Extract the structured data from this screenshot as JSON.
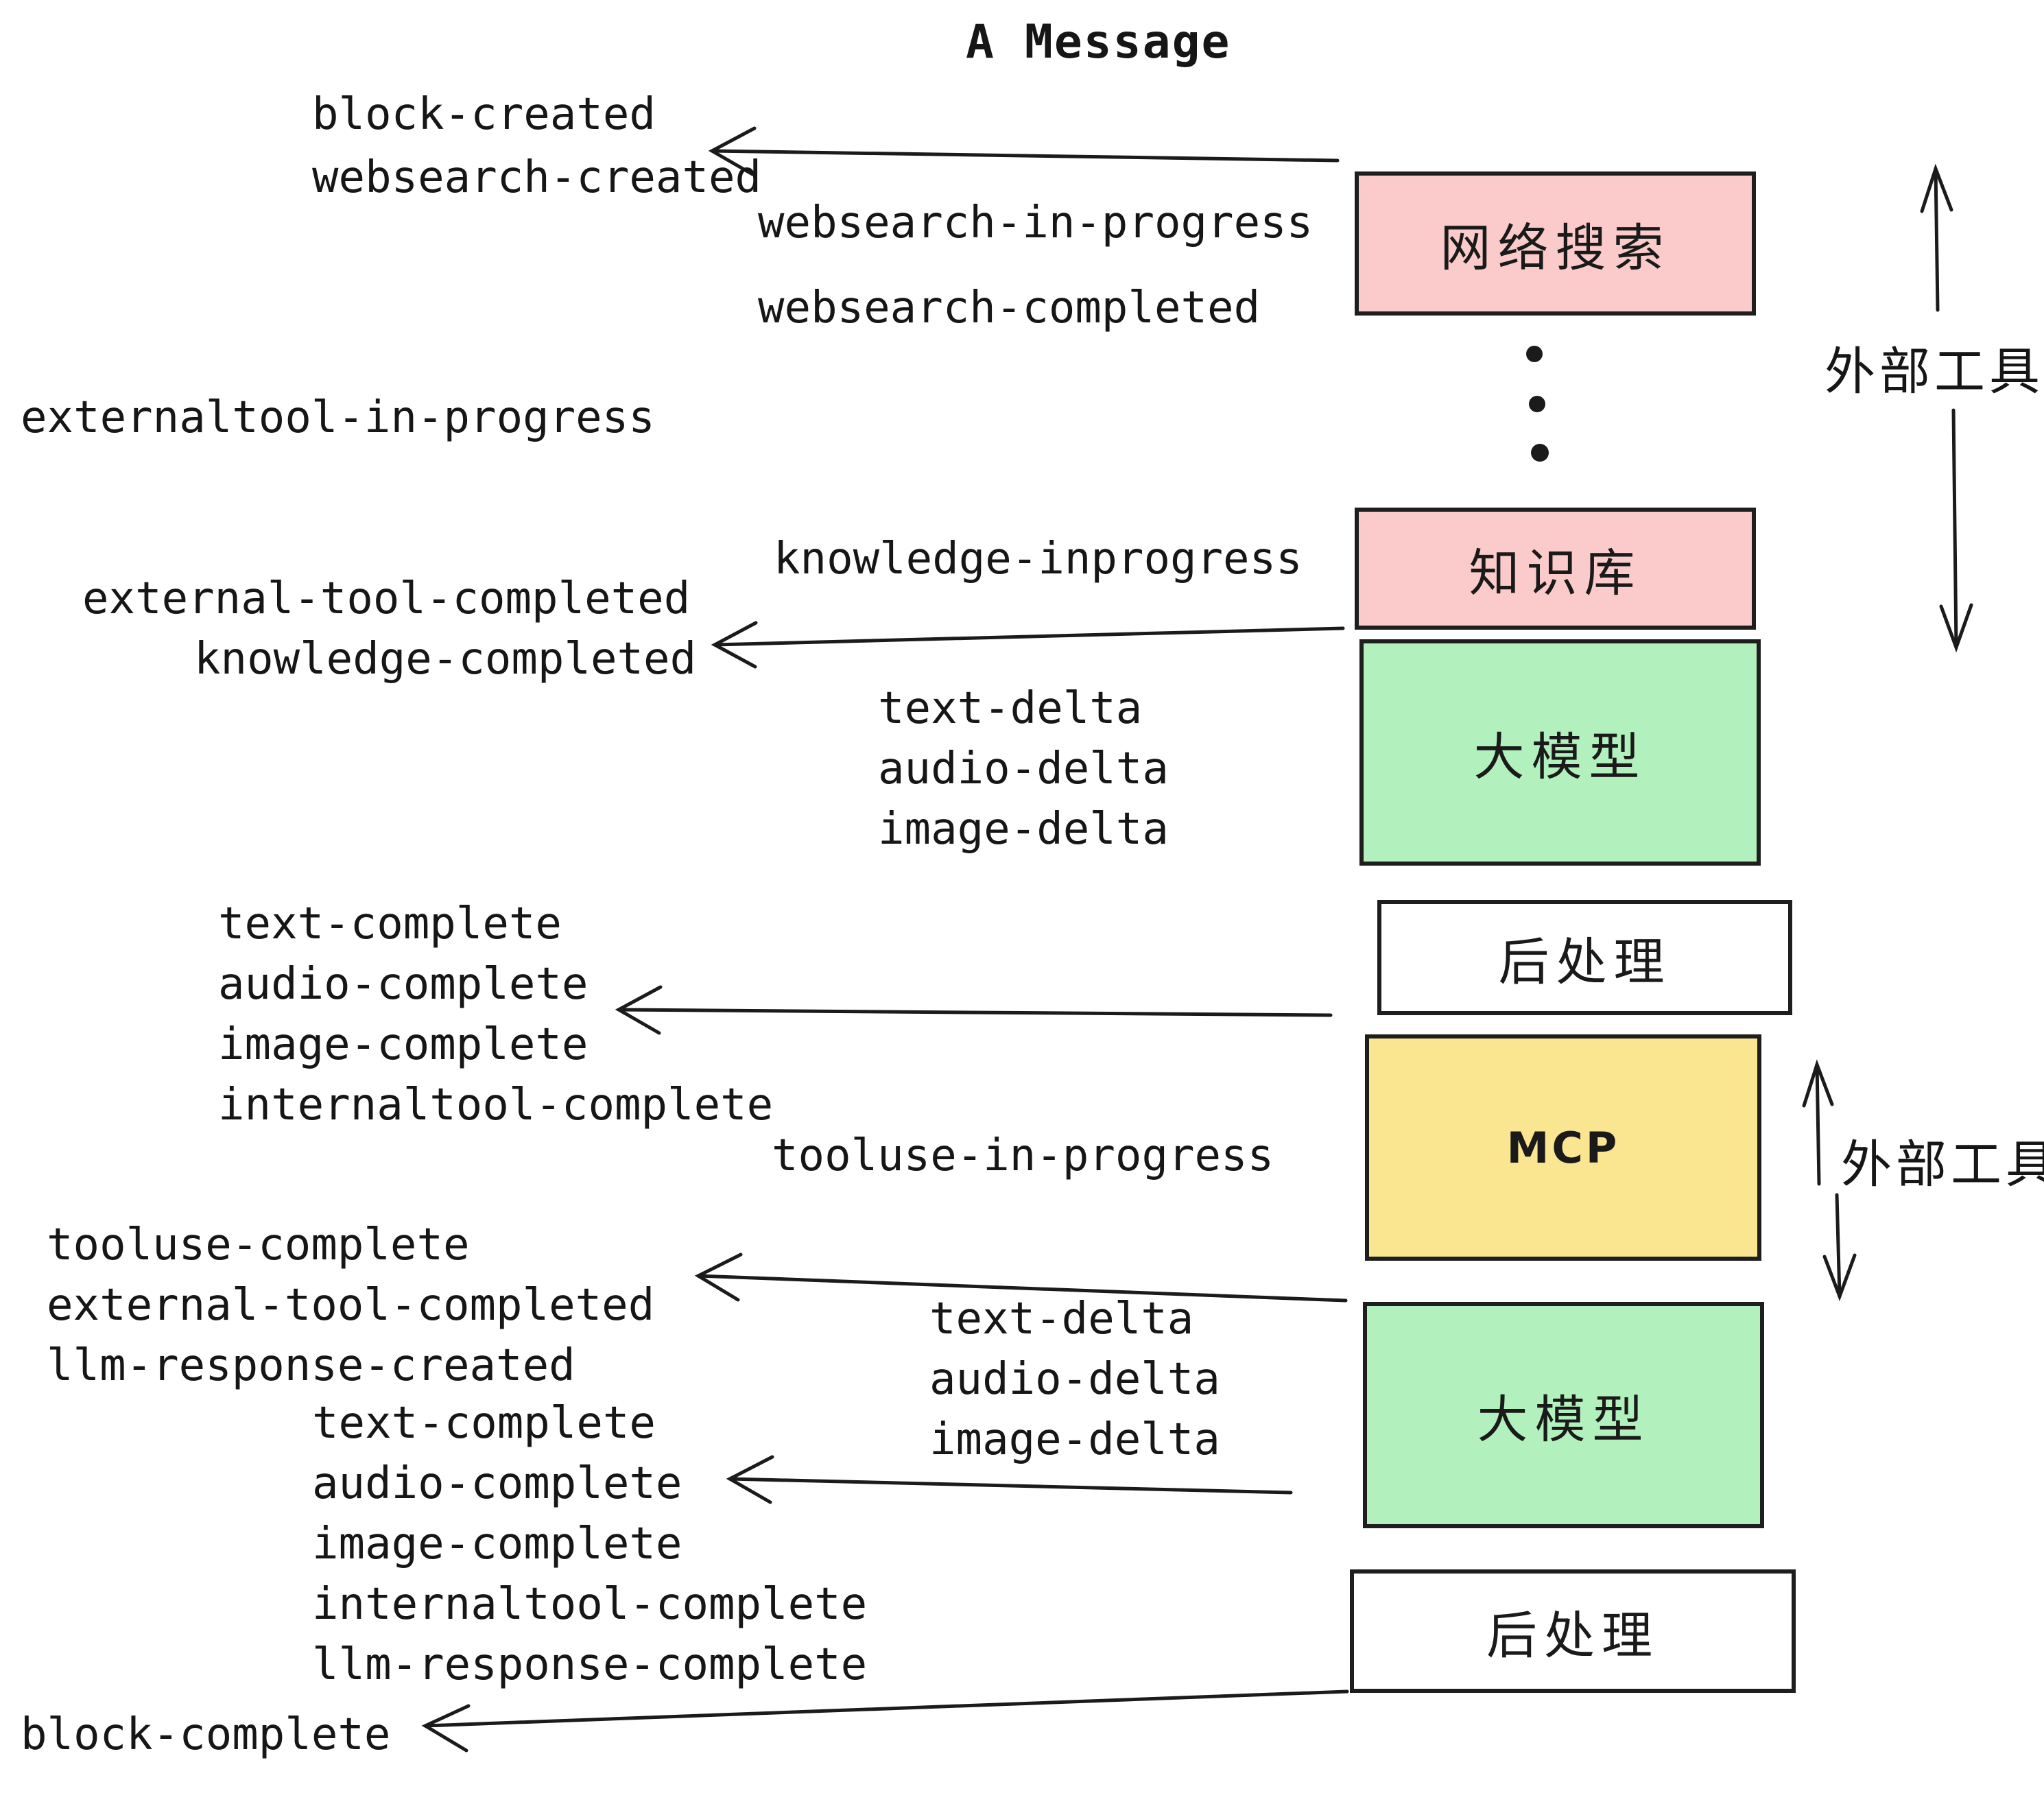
{
  "title": "A Message",
  "colors": {
    "pink": "#FBCBCB",
    "green": "#B2F0BE",
    "yellow": "#FAE590",
    "white": "#FFFFFF",
    "ink": "#1B1B1B"
  },
  "boxes": [
    {
      "id": "websearch",
      "label": "网络搜索",
      "color": "pink"
    },
    {
      "id": "knowledge",
      "label": "知识库",
      "color": "pink"
    },
    {
      "id": "llm-1",
      "label": "大模型",
      "color": "green"
    },
    {
      "id": "post-1",
      "label": "后处理",
      "color": "white"
    },
    {
      "id": "mcp",
      "label": "MCP",
      "color": "yellow"
    },
    {
      "id": "llm-2",
      "label": "大模型",
      "color": "green"
    },
    {
      "id": "post-2",
      "label": "后处理",
      "color": "white"
    }
  ],
  "annotations": {
    "external_tools_top": "外部工具",
    "external_tools_bottom": "外部工具"
  },
  "events": {
    "block_created": "block-created",
    "websearch_created": "websearch-created",
    "websearch_in_progress": "websearch-in-progress",
    "websearch_completed": "websearch-completed",
    "externaltool_in_progress": "externaltool-in-progress",
    "knowledge_inprogress": "knowledge-inprogress",
    "external_tool_completed": "external-tool-completed",
    "knowledge_completed": "knowledge-completed",
    "text_delta": "text-delta",
    "audio_delta": "audio-delta",
    "image_delta": "image-delta",
    "text_complete": "text-complete",
    "audio_complete": "audio-complete",
    "image_complete": "image-complete",
    "internaltool_complete": "internaltool-complete",
    "tooluse_in_progress": "tooluse-in-progress",
    "tooluse_complete": "tooluse-complete",
    "external_tool_completed_2": "external-tool-completed",
    "llm_response_created": "llm-response-created",
    "text_delta_2": "text-delta",
    "audio_delta_2": "audio-delta",
    "image_delta_2": "image-delta",
    "text_complete_2": "text-complete",
    "audio_complete_2": "audio-complete",
    "image_complete_2": "image-complete",
    "internaltool_complete_2": "internaltool-complete",
    "llm_response_complete": "llm-response-complete",
    "block_complete": "block-complete"
  }
}
